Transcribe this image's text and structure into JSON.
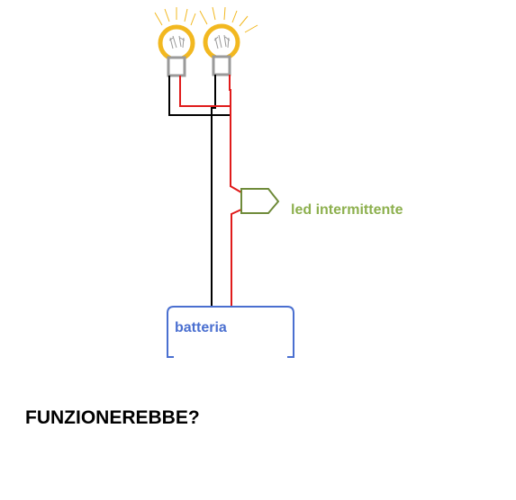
{
  "colors": {
    "background": "#ffffff",
    "wire_positive": "#e01b1b",
    "wire_negative": "#000000",
    "bulb_glow": "#f2b820",
    "bulb_socket": "#9a9a9a",
    "led_outline": "#6f8b3a",
    "led_text": "#8db04e",
    "battery_outline": "#4a6fd0",
    "battery_text": "#4a6fd0",
    "question_text": "#000000"
  },
  "components": {
    "bulbs": [
      {
        "icon": "light-bulb-icon"
      },
      {
        "icon": "light-bulb-icon"
      }
    ],
    "led": {
      "label": "led intermittente",
      "icon": "led-icon"
    },
    "battery": {
      "label": "batteria",
      "icon": "battery-icon"
    }
  },
  "question": "FUNZIONEREBBE?"
}
